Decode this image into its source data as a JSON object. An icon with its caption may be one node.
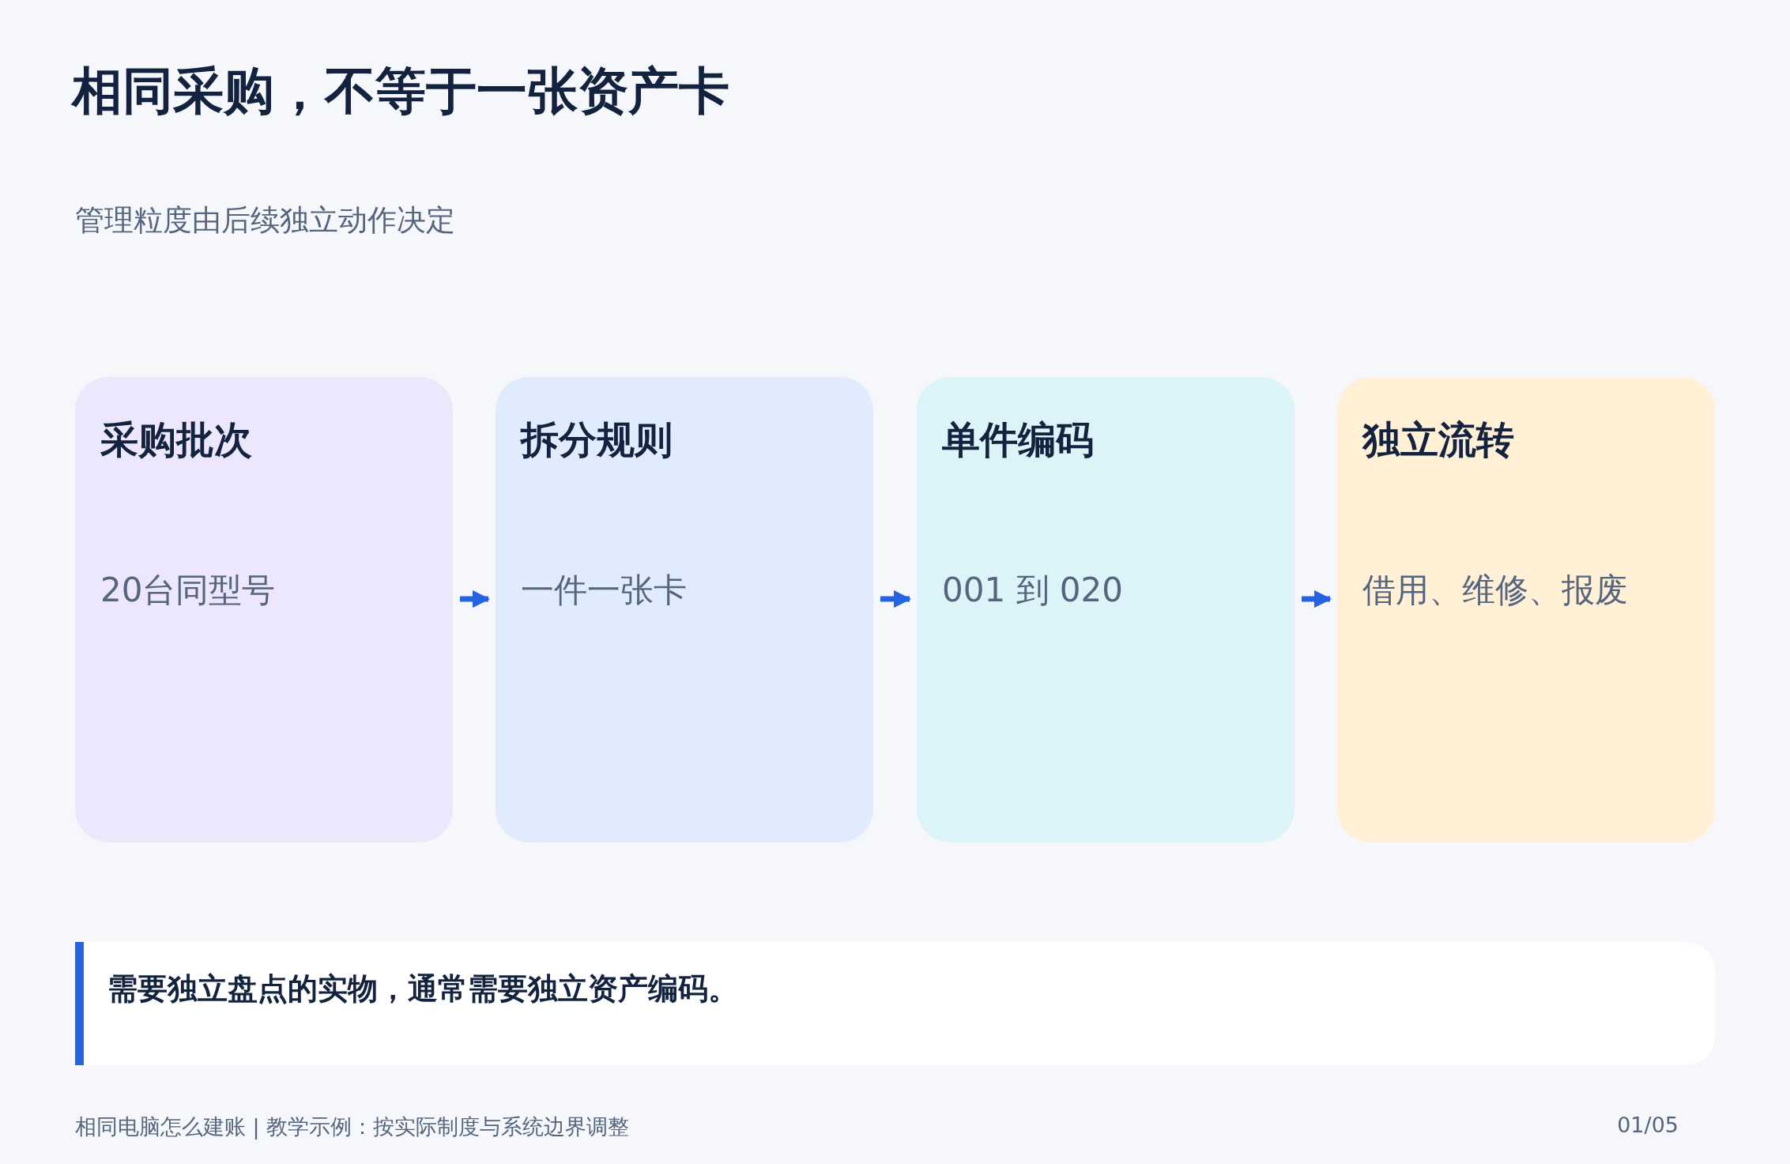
{
  "diagram": {
    "title": "相同采购，不等于一张资产卡",
    "nodes": [
      {
        "text": [
          "采购批次",
          "20台同型号"
        ]
      },
      {
        "text": [
          "拆分规则",
          "一件一张卡"
        ]
      },
      {
        "text": [
          "单件编码",
          "001 到 020"
        ]
      },
      {
        "text": [
          "独立流转",
          "借用、维修、报废"
        ]
      },
      {
        "text": [
          "需要独立盘点的实物，通常需要独立资产编码。"
        ]
      }
    ],
    "edges": [
      {
        "from": 0,
        "to": 1,
        "arrow": "to"
      },
      {
        "from": 1,
        "to": 2,
        "arrow": "to"
      },
      {
        "from": 2,
        "to": 3,
        "arrow": "to"
      }
    ],
    "labels": [
      "管理粒度由后续独立动作决定",
      "相同电脑怎么建账 | 教学示例：按实际制度与系统边界调整",
      "01/05"
    ]
  }
}
